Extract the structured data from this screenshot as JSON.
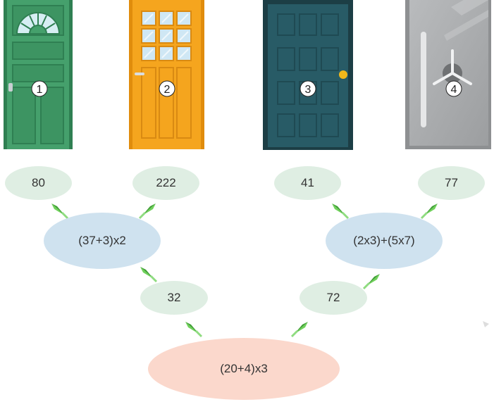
{
  "doors": [
    {
      "number": "1",
      "style": "green-fanlight-door",
      "color": "#3f9a66"
    },
    {
      "number": "2",
      "style": "orange-window-door",
      "color": "#f5a51e"
    },
    {
      "number": "3",
      "style": "dark-teal-panel-door",
      "color": "#285b66"
    },
    {
      "number": "4",
      "style": "grey-glass-door",
      "color": "#a7a9ab"
    }
  ],
  "tree": {
    "root": "(20+4)x3",
    "left_mid": "32",
    "right_mid": "72",
    "left_expr": "(37+3)x2",
    "right_expr": "(2x3)+(5x7)",
    "leaves": [
      "80",
      "222",
      "41",
      "77"
    ]
  },
  "colors": {
    "leaf_oval": "#dfeee3",
    "expression_oval": "#cfe2ef",
    "root_oval": "#fbd8cc",
    "arrow": "#5cc14a"
  }
}
